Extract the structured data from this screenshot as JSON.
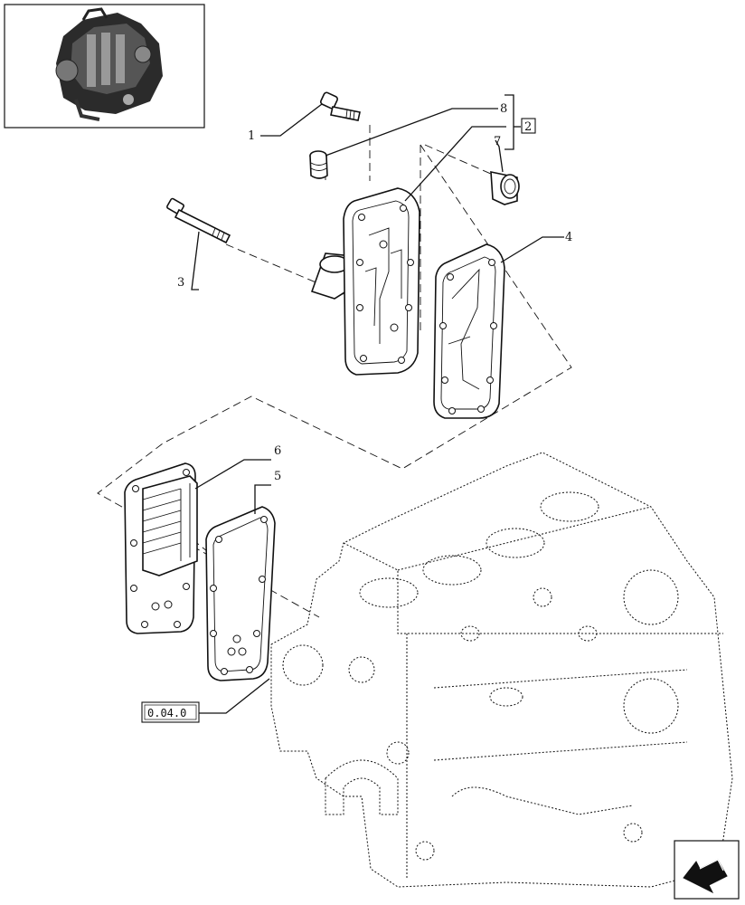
{
  "callouts": {
    "1": "1",
    "2": "2",
    "3": "3",
    "4": "4",
    "5": "5",
    "6": "6",
    "7": "7",
    "8": "8"
  },
  "reference": {
    "code": "0.04.0"
  },
  "icons": {
    "nav_button": "arrow-icon"
  }
}
